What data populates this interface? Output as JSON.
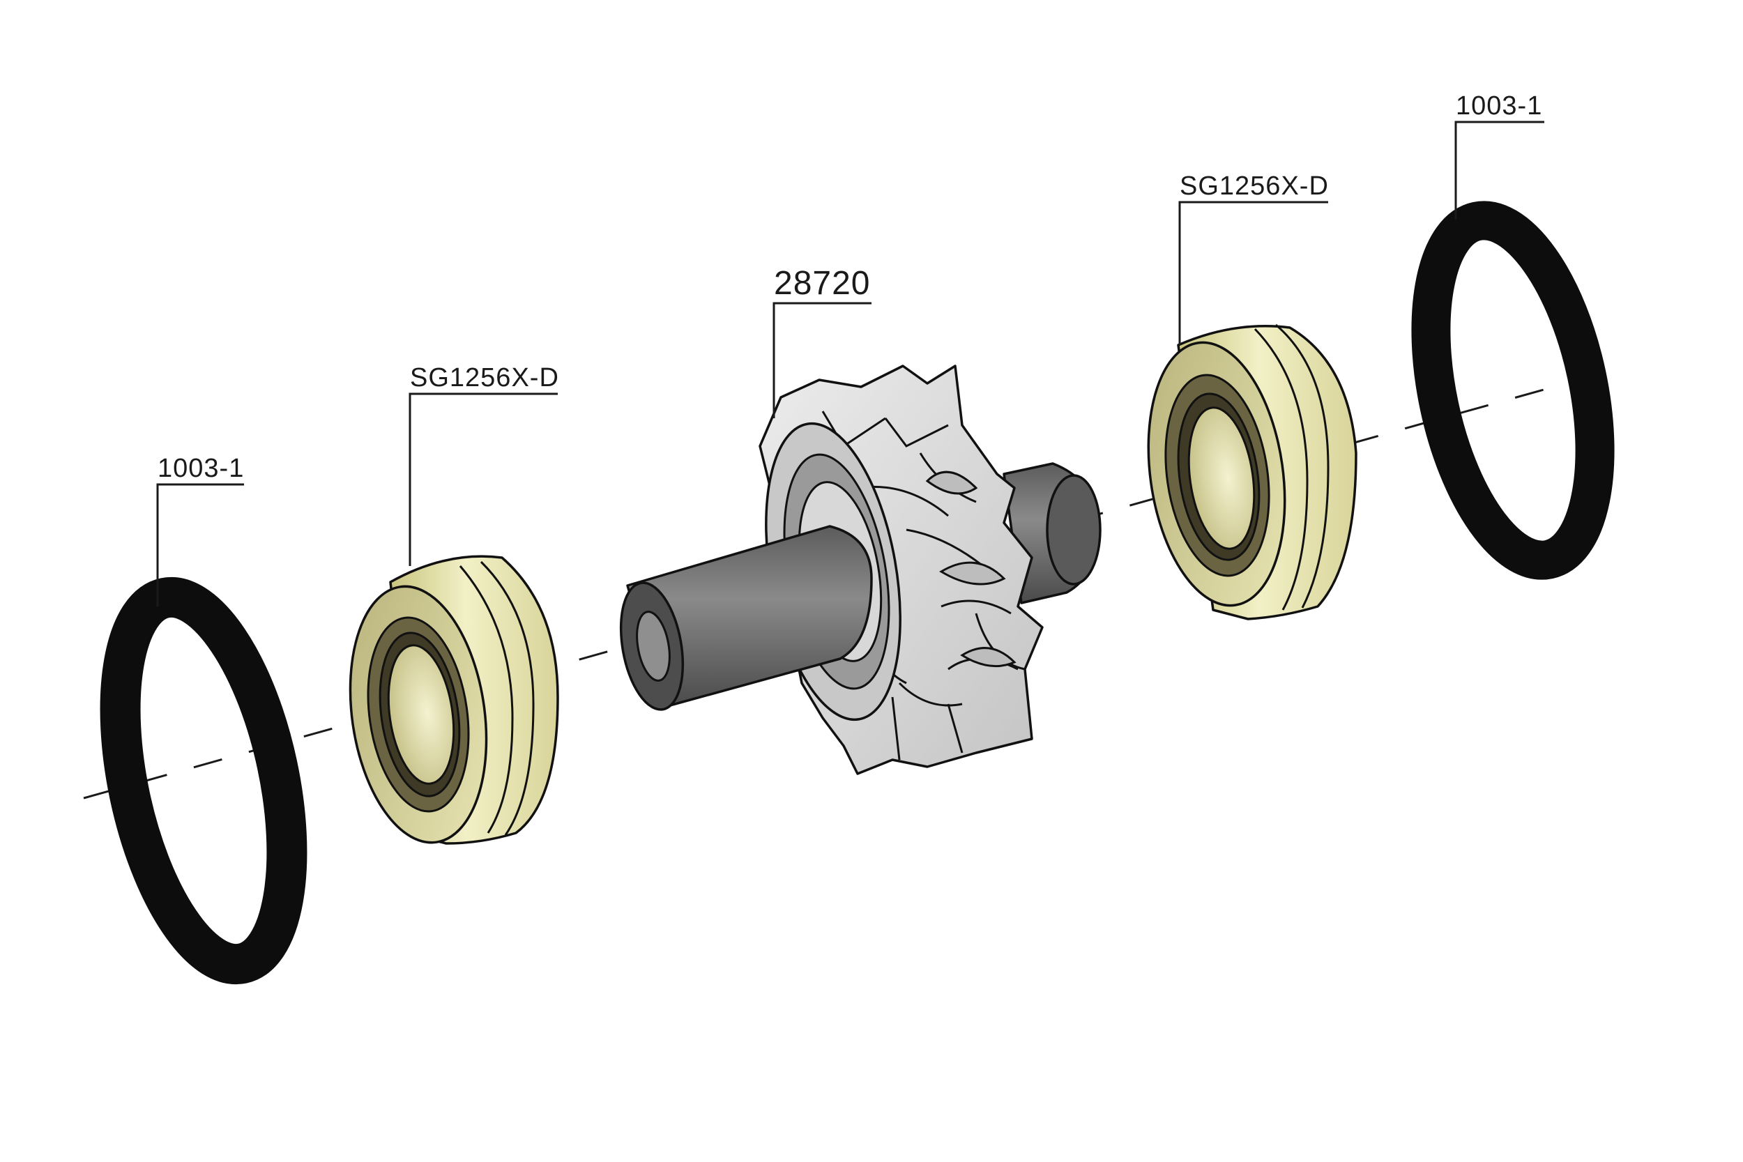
{
  "parts": {
    "oring_left": {
      "label": "1003-1"
    },
    "bearing_left": {
      "label": "SG1256X-D"
    },
    "rotor": {
      "label": "28720"
    },
    "bearing_right": {
      "label": "SG1256X-D"
    },
    "oring_right": {
      "label": "1003-1"
    }
  },
  "colors": {
    "oring": "#0d0d0d",
    "bearing_face": "#e4e2a8",
    "bearing_shadow": "#8a8458",
    "bearing_inner": "#6b6442",
    "shaft": "#7a7a7a",
    "shaft_dark": "#555555",
    "impeller": "#d9d9d9"
  }
}
